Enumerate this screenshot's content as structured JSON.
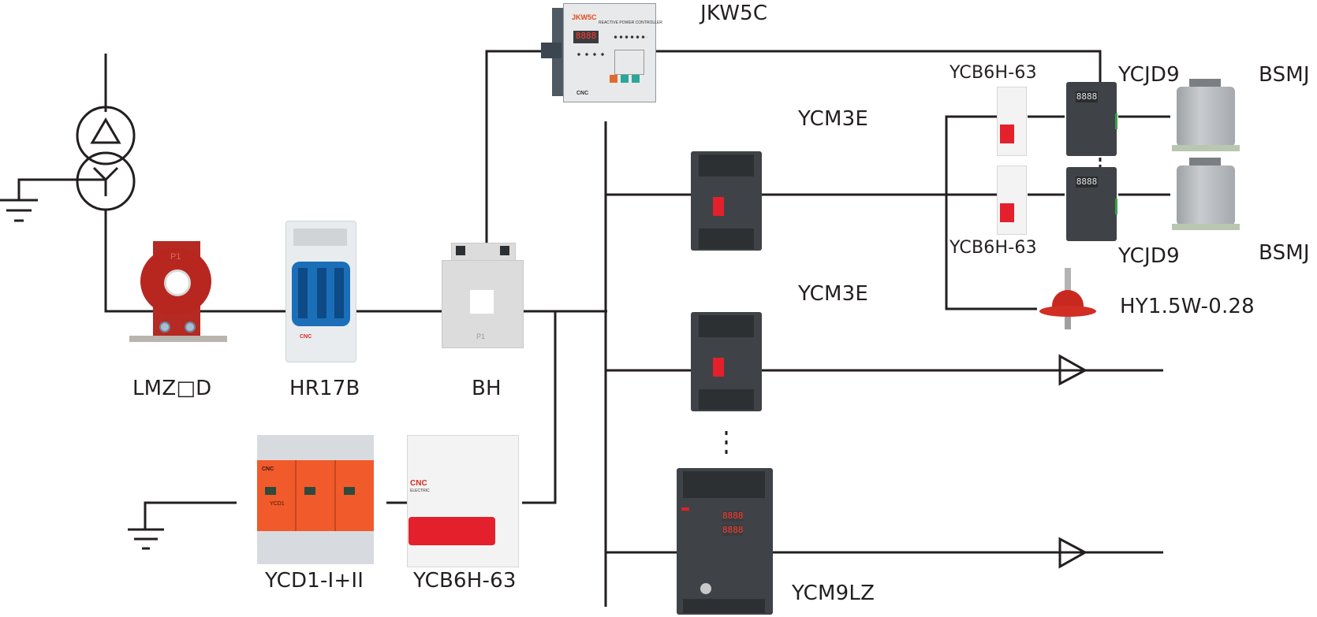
{
  "diagram": {
    "type": "wiring-schematic",
    "line_color": "#231f20",
    "source": {
      "symbol": "transformer-delta-wye",
      "primary": "delta",
      "secondary": "wye",
      "neutral": "grounded"
    },
    "labels": {
      "controller": "JKW5C",
      "ct_main": "LMZ□D",
      "fuse_switch": "HR17B",
      "ct_measure": "BH",
      "spd": "YCD1-I+II",
      "spd_breaker": "YCB6H-63",
      "mccb_1": "YCM3E",
      "mccb_2": "YCM3E",
      "mccb_last": "YCM9LZ",
      "mcb_branch_1": "YCB6H-63",
      "mcb_branch_2": "YCB6H-63",
      "switch_1": "YCJD9",
      "switch_2": "YCJD9",
      "capacitor_1": "BSMJ",
      "capacitor_2": "BSMJ",
      "arrester": "HY1.5W-0.28"
    },
    "device_text": {
      "controller_brand": "JKW5C",
      "controller_title": "REACTIVE POWER CONTROLLER",
      "controller_maker": "CNC",
      "ct_main_mark": "P1",
      "ct_measure_mark": "P1",
      "brand": "CNC",
      "spd_model": "YCD1",
      "breaker_sub": "ELECTRIC",
      "controller_display": "8888",
      "switch_display": "8888",
      "mccb9_display_top": "8888",
      "mccb9_display_bottom": "8888"
    },
    "continuation_mark": "⋮"
  },
  "colors": {
    "line": "#231f20",
    "ct_red": "#b7271f",
    "breaker_red": "#e3202b",
    "spd_orange": "#f15a2a",
    "fuse_blue": "#1b6fb9",
    "device_dark": "#3f4347"
  }
}
